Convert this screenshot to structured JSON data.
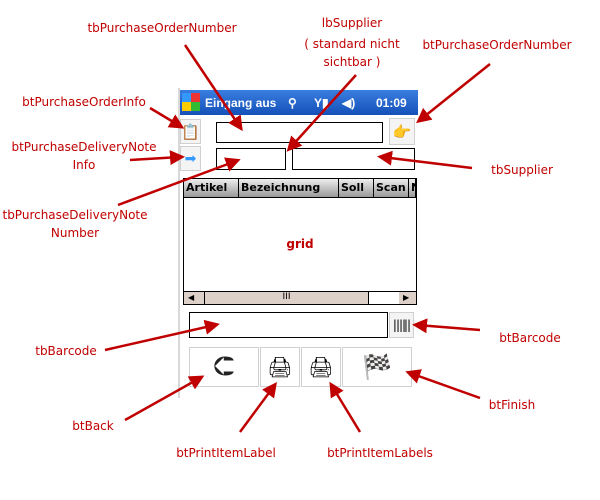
{
  "device": {
    "title": "Eingang aus",
    "time": "01:09",
    "grid": {
      "columns": [
        "Artikel",
        "Bezeichnung",
        "Soll",
        "Scan",
        "N"
      ],
      "label": "grid"
    }
  },
  "annotations": {
    "tbPurchaseOrderNumber": "tbPurchaseOrderNumber",
    "lbSupplier": [
      "lbSupplier",
      "( standard nicht",
      "sichtbar )"
    ],
    "btPurchaseOrderNumber": "btPurchaseOrderNumber",
    "btPurchaseOrderInfo": "btPurchaseOrderInfo",
    "btPurchaseDeliveryNoteInfo": [
      "btPurchaseDeliveryNote",
      "Info"
    ],
    "tbSupplier": "tbSupplier",
    "tbPurchaseDeliveryNoteNumber": [
      "tbPurchaseDeliveryNote",
      "Number"
    ],
    "tbBarcode": "tbBarcode",
    "btBarcode": "btBarcode",
    "btBack": "btBack",
    "btFinish": "btFinish",
    "btPrintItemLabel": "btPrintItemLabel",
    "btPrintItemLabels": "btPrintItemLabels"
  },
  "colors": {
    "annotation": "#c00000",
    "titlebar": "#1a5fc8"
  }
}
